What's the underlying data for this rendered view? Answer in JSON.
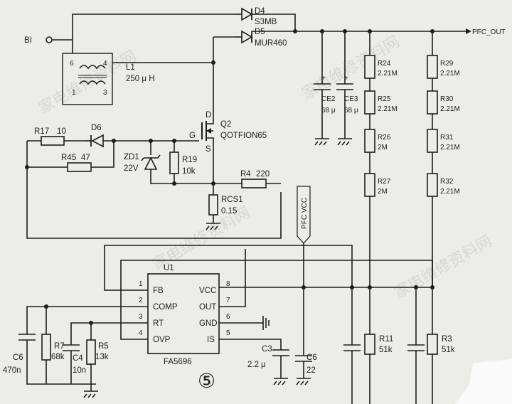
{
  "labels": {
    "bi": "BI",
    "net_out": "PFC_OUT",
    "vcc_tag": "PFC VCC",
    "figure_no": "⑤"
  },
  "components": {
    "L1": {
      "ref": "L1",
      "value": "250 μ H",
      "pin_6": "6",
      "pin_4": "4",
      "pin_1": "1",
      "pin_3": "3"
    },
    "D4": {
      "ref": "D4",
      "value": "S3MB"
    },
    "D5": {
      "ref": "D5",
      "value": "MUR460"
    },
    "D6": {
      "ref": "D6"
    },
    "Q2": {
      "ref": "Q2",
      "value": "QOTFION65",
      "pin_d": "D",
      "pin_g": "G",
      "pin_s": "S"
    },
    "R17": {
      "ref": "R17",
      "value": "10"
    },
    "R45": {
      "ref": "R45",
      "value": "47"
    },
    "ZD1": {
      "ref": "ZD1",
      "value": "22V"
    },
    "R19": {
      "ref": "R19",
      "value": "10k"
    },
    "R4": {
      "ref": "R4",
      "value": "220"
    },
    "RCS1": {
      "ref": "RCS1",
      "value": "0.15"
    },
    "CE2": {
      "ref": "CE2",
      "value": "68 μ"
    },
    "CE3": {
      "ref": "CE3",
      "value": "68 μ"
    },
    "R24": {
      "ref": "R24",
      "value": "2.21M"
    },
    "R25": {
      "ref": "R25",
      "value": "2.21M"
    },
    "R26": {
      "ref": "R26",
      "value": "2M"
    },
    "R27": {
      "ref": "R27",
      "value": "2M"
    },
    "R29": {
      "ref": "R29",
      "value": "2.21M"
    },
    "R30": {
      "ref": "R30",
      "value": "2.21M"
    },
    "R31": {
      "ref": "R31",
      "value": "2.21M"
    },
    "R32": {
      "ref": "R32",
      "value": "2.21M"
    },
    "R11": {
      "ref": "R11",
      "value": "51k"
    },
    "R3": {
      "ref": "R3",
      "value": "51k"
    },
    "C6": {
      "ref": "C6",
      "value": "470n"
    },
    "R7": {
      "ref": "R7",
      "value": "68k"
    },
    "C4": {
      "ref": "C4",
      "value": "10n"
    },
    "R5": {
      "ref": "R5",
      "value": "13k"
    },
    "C3": {
      "ref": "C3",
      "value": "2.2 μ"
    },
    "C6b": {
      "ref": "C6",
      "value": "22"
    }
  },
  "ic": {
    "ref": "U1",
    "part": "FA5696",
    "pins_left": [
      {
        "num": "1",
        "name": "FB"
      },
      {
        "num": "2",
        "name": "COMP"
      },
      {
        "num": "3",
        "name": "RT"
      },
      {
        "num": "4",
        "name": "OVP"
      }
    ],
    "pins_right": [
      {
        "num": "8",
        "name": "VCC"
      },
      {
        "num": "7",
        "name": "OUT"
      },
      {
        "num": "6",
        "name": "GND"
      },
      {
        "num": "5",
        "name": "IS"
      }
    ]
  },
  "watermark": "家电维修资料网"
}
